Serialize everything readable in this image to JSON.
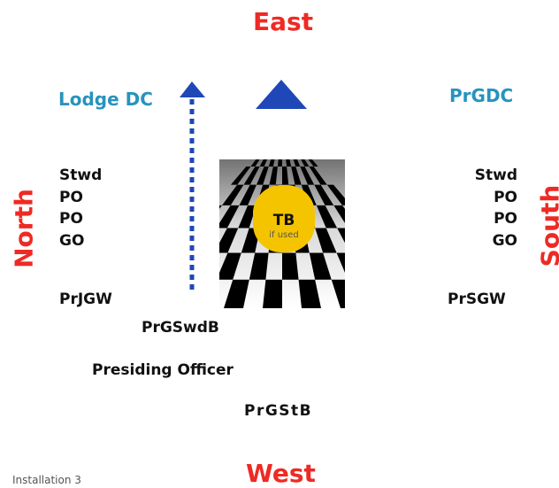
{
  "directions": {
    "top": "East",
    "bottom": "West",
    "left": "North",
    "right": "South"
  },
  "left_dc": "Lodge DC",
  "right_dc": "PrGDC",
  "left_list": [
    "Stwd",
    "PO",
    "PO",
    "GO"
  ],
  "right_list": [
    "Stwd",
    "PO",
    "PO",
    "GO"
  ],
  "tb": {
    "label": "TB",
    "sub": "if used"
  },
  "officers": {
    "jgw": "PrJGW",
    "sgw": "PrSGW",
    "gswdb": "PrGSwdB",
    "presiding": "Presiding Officer",
    "gstb": "PrGStB"
  },
  "caption": "Installation 3",
  "colors": {
    "direction": "#ee2a24",
    "dc": "#2793bd",
    "arrow": "#1f47b8",
    "tb": "#f5c400"
  }
}
